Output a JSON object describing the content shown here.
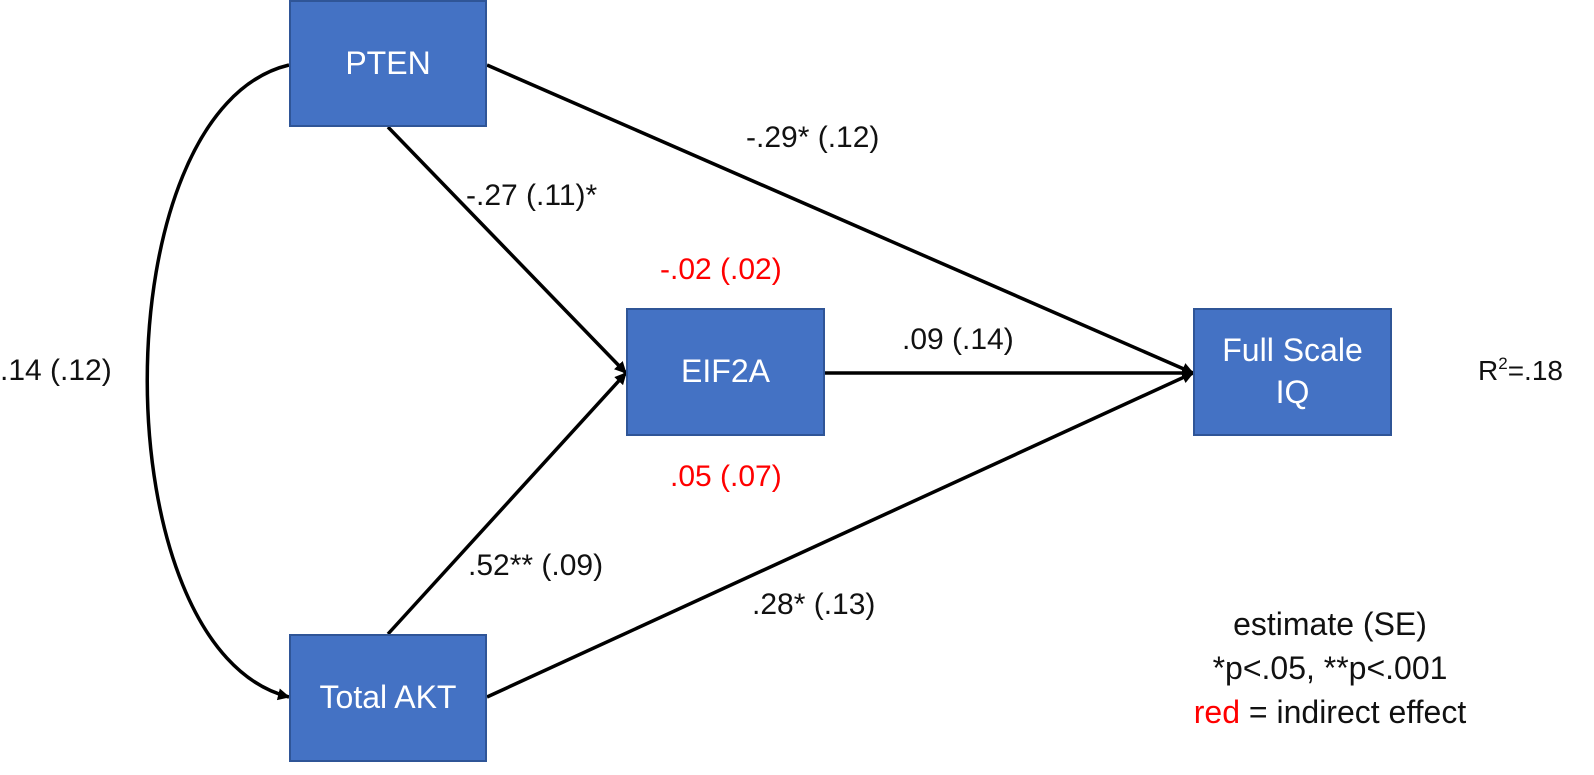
{
  "nodes": {
    "pten": "PTEN",
    "eif2a": "EIF2A",
    "iq": "Full Scale IQ",
    "akt": "Total AKT"
  },
  "paths": {
    "pten_to_iq": "-.29* (.12)",
    "pten_to_eif2a": "-.27 (.11)*",
    "akt_to_eif2a": ".52** (.09)",
    "akt_to_iq": ".28* (.13)",
    "eif2a_to_iq": ".09 (.14)",
    "covariance": ".14 (.12)"
  },
  "indirect_effects": {
    "pten": "-.02 (.02)",
    "akt": ".05 (.07)"
  },
  "r_squared": {
    "prefix": "R",
    "sup": "2",
    "value": "=.18"
  },
  "legend": {
    "line1": "estimate (SE)",
    "line2": "*p<.05, **p<.001",
    "red_word": "red",
    "line3_rest": " = indirect effect"
  },
  "colors": {
    "node_fill": "#4472c4",
    "node_border": "#2f5597",
    "indirect": "#ff0000",
    "text": "#111111"
  }
}
